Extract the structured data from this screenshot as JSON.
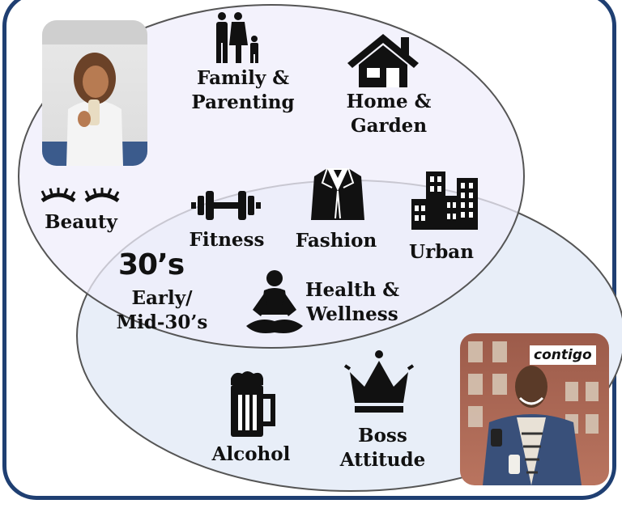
{
  "top_group": {
    "family": "Family & Parenting",
    "family_l1": "Family &",
    "family_l2": "Parenting",
    "home_l1": "Home &",
    "home_l2": "Garden",
    "beauty": "Beauty"
  },
  "overlap": {
    "fitness": "Fitness",
    "fashion": "Fashion",
    "urban": "Urban",
    "age_big": "30’s",
    "age_l1": "Early/",
    "age_l2": "Mid-30’s",
    "health_l1": "Health &",
    "health_l2": "Wellness"
  },
  "bottom_group": {
    "alcohol": "Alcohol",
    "boss_l1": "Boss",
    "boss_l2": "Attitude"
  },
  "brand": {
    "logo_text": "contigo"
  },
  "colors": {
    "frame": "#1f3f72",
    "ellipse_top_fill": "#efeefb",
    "ellipse_bottom_fill": "#e8eef8",
    "outline": "#555555"
  },
  "icons": [
    "family-icon",
    "house-icon",
    "eyelashes-icon",
    "dumbbell-icon",
    "blazer-icon",
    "buildings-icon",
    "meditation-icon",
    "beer-mug-icon",
    "crown-icon"
  ]
}
